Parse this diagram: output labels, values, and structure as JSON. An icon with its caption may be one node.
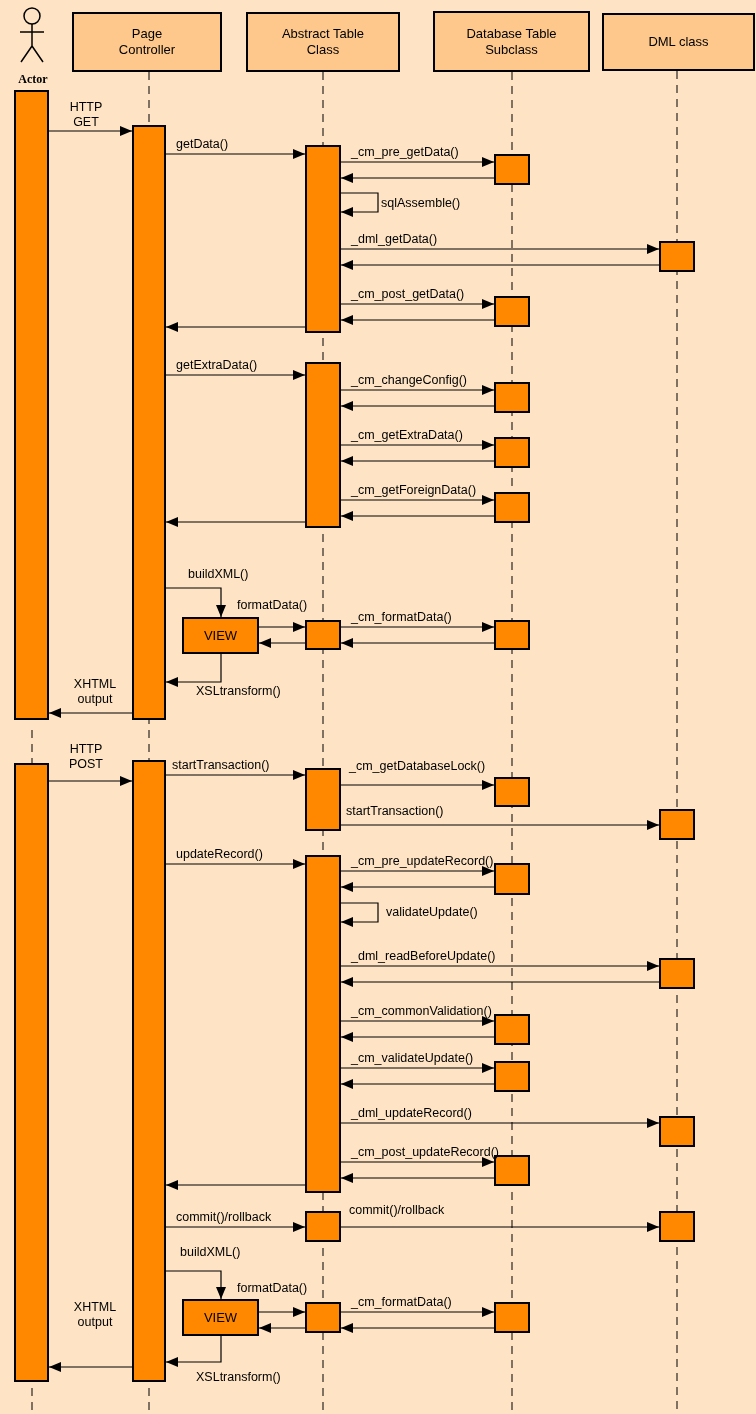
{
  "diagram": {
    "nodes": [
      {
        "text": [
          "Actor"
        ]
      },
      {
        "text": [
          "Page Controller"
        ]
      },
      {
        "text": [
          "Abstract Table Class"
        ]
      },
      {
        "text": [
          "Database Table Subclass"
        ]
      },
      {
        "text": [
          "DML class"
        ]
      },
      {
        "text": [],
        "shape": "bar"
      },
      {
        "text": [],
        "shape": "bar"
      },
      {
        "text": [],
        "shape": "bar"
      },
      {
        "text": [],
        "shape": "bar"
      },
      {
        "text": [],
        "shape": "bar"
      },
      {
        "text": [],
        "shape": "bar"
      },
      {
        "text": [],
        "shape": "bar"
      },
      {
        "text": [],
        "shape": "bar"
      },
      {
        "text": [],
        "shape": "bar"
      },
      {
        "text": [],
        "shape": "bar"
      },
      {
        "text": [
          "VIEW"
        ]
      },
      {
        "text": [],
        "shape": "bar"
      },
      {
        "text": [],
        "shape": "bar"
      },
      {
        "text": [],
        "shape": "bar"
      },
      {
        "text": [],
        "shape": "bar"
      },
      {
        "text": [],
        "shape": "bar"
      },
      {
        "text": [],
        "shape": "bar"
      },
      {
        "text": [],
        "shape": "bar"
      },
      {
        "text": [],
        "shape": "bar"
      },
      {
        "text": [],
        "shape": "bar"
      },
      {
        "text": [],
        "shape": "bar"
      },
      {
        "text": [],
        "shape": "bar"
      },
      {
        "text": [],
        "shape": "bar"
      },
      {
        "text": [],
        "shape": "bar"
      },
      {
        "text": [],
        "shape": "bar"
      },
      {
        "text": [],
        "shape": "bar"
      },
      {
        "text": [],
        "shape": "bar"
      },
      {
        "text": [
          "VIEW"
        ]
      },
      {
        "text": [],
        "shape": "bar"
      },
      {
        "text": [],
        "shape": "bar"
      }
    ],
    "edges": [
      {
        "from": 5,
        "to": 6,
        "arrow": "to",
        "label": "HTTP GET"
      },
      {
        "from": 6,
        "to": 7,
        "arrow": "to",
        "label": "getData()"
      },
      {
        "from": 7,
        "to": 8,
        "arrow": "to",
        "label": "_cm_pre_getData()"
      },
      {
        "from": 8,
        "to": 7,
        "arrow": "to"
      },
      {
        "from": 7,
        "to": 7,
        "arrow": "to",
        "label": "sqlAssemble()"
      },
      {
        "from": 7,
        "to": 9,
        "arrow": "to",
        "label": "_dml_getData()"
      },
      {
        "from": 9,
        "to": 7,
        "arrow": "to"
      },
      {
        "from": 7,
        "to": 10,
        "arrow": "to",
        "label": "_cm_post_getData()"
      },
      {
        "from": 10,
        "to": 7,
        "arrow": "to"
      },
      {
        "from": 7,
        "to": 6,
        "arrow": "to"
      },
      {
        "from": 6,
        "to": 11,
        "arrow": "to",
        "label": "getExtraData()"
      },
      {
        "from": 11,
        "to": 12,
        "arrow": "to",
        "label": "_cm_changeConfig()"
      },
      {
        "from": 12,
        "to": 11,
        "arrow": "to"
      },
      {
        "from": 11,
        "to": 13,
        "arrow": "to",
        "label": "_cm_getExtraData()"
      },
      {
        "from": 13,
        "to": 11,
        "arrow": "to"
      },
      {
        "from": 11,
        "to": 14,
        "arrow": "to",
        "label": "_cm_getForeignData()"
      },
      {
        "from": 14,
        "to": 11,
        "arrow": "to"
      },
      {
        "from": 11,
        "to": 6,
        "arrow": "to"
      },
      {
        "from": 6,
        "to": 15,
        "arrow": "to",
        "label": "buildXML()"
      },
      {
        "from": 15,
        "to": 16,
        "arrow": "to",
        "label": "formatData()"
      },
      {
        "from": 16,
        "to": 15,
        "arrow": "to"
      },
      {
        "from": 16,
        "to": 17,
        "arrow": "to",
        "label": "_cm_formatData()"
      },
      {
        "from": 17,
        "to": 16,
        "arrow": "to"
      },
      {
        "from": 15,
        "to": 6,
        "arrow": "to",
        "label": "XSLtransform()"
      },
      {
        "from": 6,
        "to": 5,
        "arrow": "to",
        "label": "XHTML output"
      },
      {
        "from": 18,
        "to": 19,
        "arrow": "to",
        "label": "HTTP POST"
      },
      {
        "from": 19,
        "to": 20,
        "arrow": "to",
        "label": "startTransaction()"
      },
      {
        "from": 20,
        "to": 21,
        "arrow": "to",
        "label": "_cm_getDatabaseLock()"
      },
      {
        "from": 20,
        "to": 22,
        "arrow": "to",
        "label": "startTransaction()"
      },
      {
        "from": 19,
        "to": 23,
        "arrow": "to",
        "label": "updateRecord()"
      },
      {
        "from": 23,
        "to": 24,
        "arrow": "to",
        "label": "_cm_pre_updateRecord()"
      },
      {
        "from": 24,
        "to": 23,
        "arrow": "to"
      },
      {
        "from": 23,
        "to": 23,
        "arrow": "to",
        "label": "validateUpdate()"
      },
      {
        "from": 23,
        "to": 25,
        "arrow": "to",
        "label": "_dml_readBeforeUpdate()"
      },
      {
        "from": 25,
        "to": 23,
        "arrow": "to"
      },
      {
        "from": 23,
        "to": 26,
        "arrow": "to",
        "label": "_cm_commonValidation()"
      },
      {
        "from": 26,
        "to": 23,
        "arrow": "to"
      },
      {
        "from": 23,
        "to": 27,
        "arrow": "to",
        "label": "_cm_validateUpdate()"
      },
      {
        "from": 27,
        "to": 23,
        "arrow": "to"
      },
      {
        "from": 23,
        "to": 28,
        "arrow": "to",
        "label": "_dml_updateRecord()"
      },
      {
        "from": 23,
        "to": 29,
        "arrow": "to",
        "label": "_cm_post_updateRecord()"
      },
      {
        "from": 29,
        "to": 23,
        "arrow": "to"
      },
      {
        "from": 23,
        "to": 19,
        "arrow": "to"
      },
      {
        "from": 19,
        "to": 30,
        "arrow": "to",
        "label": "commit()/rollback"
      },
      {
        "from": 30,
        "to": 31,
        "arrow": "to",
        "label": "commit()/rollback"
      },
      {
        "from": 19,
        "to": 32,
        "arrow": "to",
        "label": "buildXML()"
      },
      {
        "from": 32,
        "to": 33,
        "arrow": "to",
        "label": "formatData()"
      },
      {
        "from": 33,
        "to": 32,
        "arrow": "to"
      },
      {
        "from": 33,
        "to": 34,
        "arrow": "to",
        "label": "_cm_formatData()"
      },
      {
        "from": 34,
        "to": 33,
        "arrow": "to"
      },
      {
        "from": 32,
        "to": 19,
        "arrow": "to",
        "label": "XSLtransform()"
      },
      {
        "from": 19,
        "to": 18,
        "arrow": "to",
        "label": "XHTML output"
      }
    ]
  }
}
